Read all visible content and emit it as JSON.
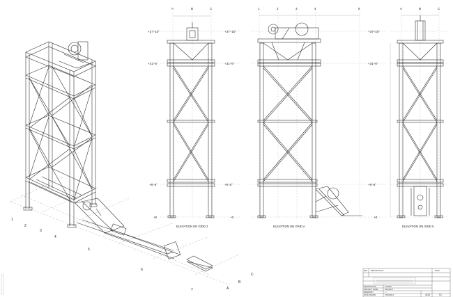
{
  "elevations": [
    {
      "label": "+37'-10\""
    },
    {
      "label": "+31'-6\""
    },
    {
      "label": "+6'-6\""
    },
    {
      "label": "+0"
    }
  ],
  "views": [
    {
      "title": "ELEVATION ON GRID 2",
      "grids": [
        "A",
        "B",
        "C"
      ]
    },
    {
      "title": "ELEVATION ON GRID A",
      "grids": [
        "1",
        "2",
        "3",
        "4",
        "5"
      ]
    },
    {
      "title": "ELEVATION ON GRID 5",
      "grids": [
        "A",
        "B",
        "C"
      ]
    }
  ],
  "iso_grid_numbers": [
    "1",
    "2",
    "3",
    "4",
    "5",
    "6",
    "7"
  ],
  "iso_grid_letters": [
    "A",
    "B",
    "C"
  ],
  "title_block": {
    "revision_header": [
      "REV",
      "DESCRIPTION",
      "DATE"
    ],
    "rows": [
      {
        "label": "DESCRIPTION",
        "value": "TOWER"
      },
      {
        "label": "PROJECT NAME",
        "value": "PROJECT"
      },
      {
        "label": "DRAWN BY",
        "value": "---"
      },
      {
        "label": "DATE DRAWN",
        "value": "07/03/2013"
      }
    ],
    "job_no": "4125",
    "sheet": "S1"
  }
}
